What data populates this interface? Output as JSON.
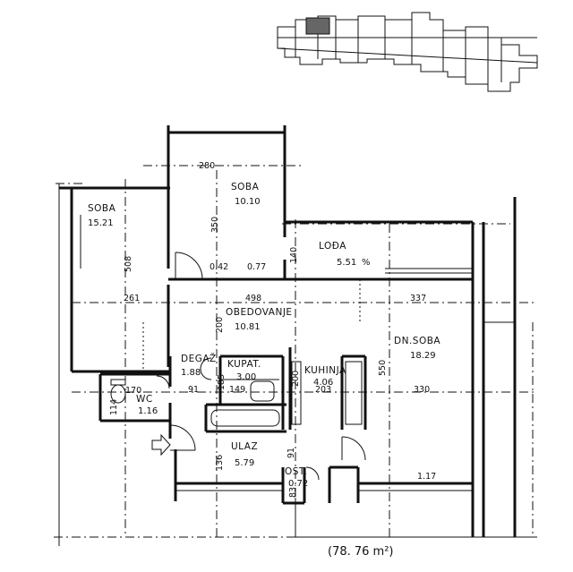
{
  "rooms": {
    "soba1": {
      "name": "SOBA",
      "area": "15.21"
    },
    "soba2": {
      "name": "SOBA",
      "area": "10.10"
    },
    "lodja": {
      "name": "LOĐA",
      "area": "5.51"
    },
    "obedovanje": {
      "name": "OBEDOVANJE",
      "area": "10.81"
    },
    "degaz": {
      "name": "DEGAŽ",
      "area": "1.88"
    },
    "kupat": {
      "name": "KUPAT.",
      "area": "3.00"
    },
    "kuhinja": {
      "name": "KUHINJA",
      "area": "4.06"
    },
    "dnsoba": {
      "name": "DN.SOBA",
      "area": "18.29"
    },
    "wc": {
      "name": "WC",
      "area": "1.16"
    },
    "ulaz": {
      "name": "ULAZ",
      "area": "5.79"
    },
    "ost": {
      "name": "OST.",
      "area": "0.72"
    }
  },
  "dimensions": {
    "d280": "280",
    "d350": "350",
    "d508": "508",
    "d261": "261",
    "d498": "498",
    "d337": "337",
    "d140": "140",
    "d042": "0.42",
    "d077": "0.77",
    "d200a": "200",
    "d200b": "200",
    "d550": "550",
    "d91a": "91",
    "d185": "185",
    "d149": "149",
    "d203": "203",
    "d330": "330",
    "d170": "170",
    "d114": "114",
    "d136": "136",
    "d91b": "91",
    "d117": "1.17",
    "d83": "83"
  },
  "total_area": "(78. 76 m²)"
}
